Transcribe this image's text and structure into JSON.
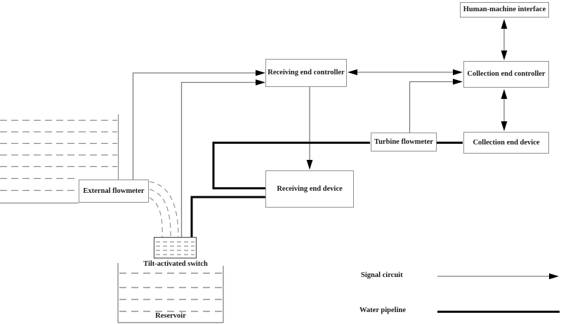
{
  "boxes": {
    "hmi": {
      "label": "Human-machine interface"
    },
    "collection_end_controller": {
      "label": "Collection end controller"
    },
    "receiving_end_controller": {
      "label": "Receiving end controller"
    },
    "turbine_flowmeter": {
      "label": "Turbine flowmeter"
    },
    "collection_end_device": {
      "label": "Collection end device"
    },
    "receiving_end_device": {
      "label": "Receiving end device"
    },
    "external_flowmeter": {
      "label": "External flowmeter"
    },
    "tilt_activated_switch": {
      "label": "Tilt-activated switch"
    },
    "reservoir": {
      "label": "Reservoir"
    }
  },
  "legend": {
    "signal_circuit": {
      "label": "Signal circuit",
      "style": "thin gray line with black arrowhead"
    },
    "water_pipeline": {
      "label": "Water pipeline",
      "style": "thick black line"
    }
  },
  "colors": {
    "background": "#ffffff",
    "signal_line": "#7b7b7b",
    "water_pipeline": "#000000",
    "arrowhead": "#000000",
    "box_border": "#8f8f8f",
    "water_dash": "#8a8a8a",
    "text": "#1a1a1a"
  }
}
